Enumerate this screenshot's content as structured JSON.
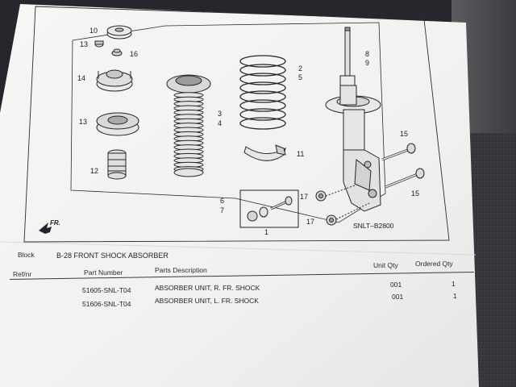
{
  "diagram": {
    "reference_code": "SNLT–B2800",
    "direction_label": "FR.",
    "callouts": {
      "c10": "10",
      "c13a": "13",
      "c16": "16",
      "c14": "14",
      "c13b": "13",
      "c12": "12",
      "c3": "3",
      "c4": "4",
      "c2": "2",
      "c5": "5",
      "c11": "11",
      "c8": "8",
      "c9": "9",
      "c15a": "15",
      "c15b": "15",
      "c17a": "17",
      "c17b": "17",
      "c6": "6",
      "c7": "7",
      "c1": "1"
    }
  },
  "parts_list": {
    "group_label": "Block",
    "title": "B-28 FRONT SHOCK ABSORBER",
    "row_label": "Ref/nr",
    "headers": {
      "part_number": "Part Number",
      "description": "Parts Description",
      "unit_qty": "Unit Qty",
      "ordered_qty": "Ordered Qty"
    },
    "rows": [
      {
        "part_number": "51605-SNL-T04",
        "description": "ABSORBER UNIT, R. FR. SHOCK",
        "unit_qty": "001",
        "ordered_qty": "1"
      },
      {
        "part_number": "51606-SNL-T04",
        "description": "ABSORBER UNIT, L. FR. SHOCK",
        "unit_qty": "001",
        "ordered_qty": "1"
      }
    ]
  },
  "colors": {
    "background": "#2a2c31",
    "paper": "#f3f3f1",
    "ink": "#1f2126"
  }
}
